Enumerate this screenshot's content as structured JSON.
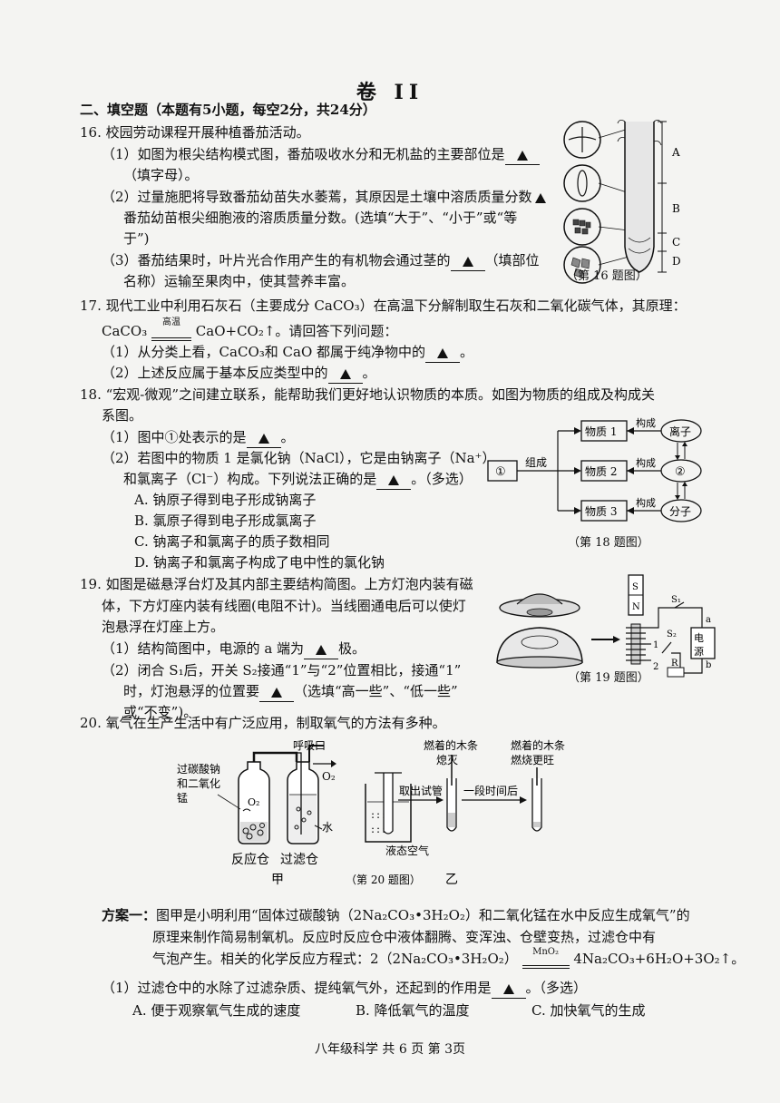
{
  "header": {
    "title": "卷 II"
  },
  "section": {
    "heading": "二、填空题（本题有5小题，每空2分，共24分）"
  },
  "q16": {
    "stem": "16. 校园劳动课程开展种植番茄活动。",
    "p1a": "（1）如图为根尖结构模式图，番茄吸收水分和无机盐的主要部位是",
    "p1b": "（填字母）。",
    "p2a": "（2）过量施肥将导致番茄幼苗失水萎蔫，其原因是土壤中溶质质量分数",
    "p2b": "番茄幼苗根尖细胞液的溶质质量分数。(选填“大于”、“小于”或“等",
    "p2c": "于”)",
    "p3a": "（3）番茄结果时，叶片光合作用产生的有机物会通过茎的",
    "p3b": "（填部位",
    "p3c": "名称）运输至果肉中，使其营养丰富。",
    "fig_labels": [
      "A",
      "B",
      "C",
      "D"
    ],
    "caption": "（第 16 题图）"
  },
  "q17": {
    "stem": "17. 现代工业中利用石灰石（主要成分 CaCO₃）在高温下分解制取生石灰和二氧化碳气体，其原理：",
    "eq_left": "CaCO₃",
    "eq_cond": "高温",
    "eq_right": "CaO+CO₂↑。请回答下列问题：",
    "p1a": "（1）从分类上看，CaCO₃和 CaO 都属于纯净物中的",
    "p1b": "。",
    "p2a": "（2）上述反应属于基本反应类型中的",
    "p2b": "。"
  },
  "q18": {
    "stem1": "18. “宏观-微观”之间建立联系，能帮助我们更好地认识物质的本质。如图为物质的组成及构成关",
    "stem2": "系图。",
    "p1a": "（1）图中①处表示的是",
    "p1b": "。",
    "p2a": "（2）若图中的物质 1 是氯化钠（NaCl），它是由钠离子（Na⁺）",
    "p2b": "和氯离子（Cl⁻）构成。下列说法正确的是",
    "p2c": "。（多选）",
    "optA": "A.  钠原子得到电子形成钠离子",
    "optB": "B.  氯原子得到电子形成氯离子",
    "optC": "C.  钠离子和氯离子的质子数相同",
    "optD": "D.  钠离子和氯离子构成了电中性的氯化钠",
    "fig": {
      "circle1": "①",
      "zucheng": "组成",
      "wz1": "物质 1",
      "wz2": "物质 2",
      "wz3": "物质 3",
      "goucheng": "构成",
      "lizi": "离子",
      "circle2": "②",
      "fenzi": "分子"
    },
    "caption": "（第 18 题图）"
  },
  "q19": {
    "stem1": "19. 如图是磁悬浮台灯及其内部主要结构简图。上方灯泡内装有磁",
    "stem2": "体，下方灯座内装有线圈(电阻不计)。当线圈通电后可以使灯",
    "stem3": "泡悬浮在灯座上方。",
    "p1a": "（1）结构简图中，电源的 a 端为",
    "p1b": "极。",
    "p2a": "（2）闭合 S₁后，开关 S₂接通“1”与“2”位置相比，接通“1”",
    "p2b": "时，灯泡悬浮的位置要",
    "p2c": "（选填“高一些”、“低一些”",
    "p2d": "或“不变”)。",
    "fig": {
      "S": "S",
      "N": "N",
      "s1": "S₁",
      "s2": "S₂",
      "a": "a",
      "b": "b",
      "one": "1",
      "two": "2",
      "R": "R",
      "power": "电源"
    },
    "caption": "（第 19 题图）"
  },
  "q20": {
    "stem": "20. 氧气在生产生活中有广泛应用，制取氧气的方法有多种。",
    "fig": {
      "huxikou": "呼吸口",
      "o2": "O₂",
      "reagent1": "过碳酸钠",
      "reagent2": "和二氧化",
      "reagent3": "锰",
      "o2inner": "O₂",
      "water": "水",
      "fanying": "反应仓",
      "guolv": "过滤仓",
      "jia": "甲",
      "caption": "（第 20 题图）",
      "yi": "乙",
      "quchu": "取出试管",
      "yiduan": "一段时间后",
      "mutiao1a": "燃着的木条",
      "mutiao1b": "熄灭",
      "mutiao2a": "燃着的木条",
      "mutiao2b": "燃烧更旺",
      "yetai": "液态空气"
    },
    "plan_label": "方案一：",
    "plan1": "图甲是小明利用“固体过碳酸钠（2Na₂CO₃•3H₂O₂）和二氧化锰在水中反应生成氧气”的",
    "plan2": "原理来制作简易制氧机。反应时反应仓中液体翻腾、变浑浊、仓壁变热，过滤仓中有",
    "plan3": "气泡产生。相关的化学反应方程式：2（2Na₂CO₃•3H₂O₂）",
    "cat": "MnO₂",
    "plan3b": "4Na₂CO₃+6H₂O+3O₂↑。",
    "p1a": "（1）过滤仓中的水除了过滤杂质、提纯氧气外，还起到的作用是",
    "p1b": "。（多选）",
    "optA": "A. 便于观察氧气生成的速度",
    "optB": "B. 降低氧气的温度",
    "optC": "C. 加快氧气的生成"
  },
  "footer": {
    "text": "八年级科学   共 6 页   第 3页"
  }
}
